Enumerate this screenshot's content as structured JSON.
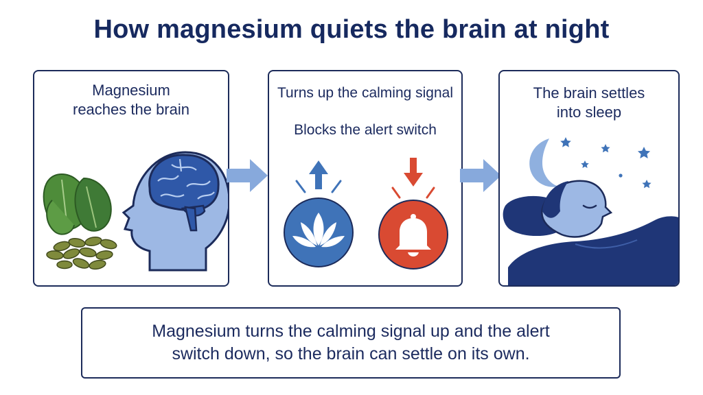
{
  "title": "How magnesium quiets the brain at night",
  "colors": {
    "navy": "#1c2b5a",
    "blue": "#3f73b8",
    "light_blue": "#8fb0df",
    "red": "#d94a32",
    "green": "#3f7a36"
  },
  "panels": [
    {
      "label": "Magnesium\nreaches the brain",
      "icons": [
        "spinach-leaf-icon",
        "pumpkin-seed-icon",
        "head-brain-icon"
      ]
    },
    {
      "label_up": "Turns up the calming signal",
      "label_block": "Blocks the alert switch",
      "icons": [
        "arrow-up-icon",
        "lotus-icon",
        "arrow-down-icon",
        "bell-icon"
      ]
    },
    {
      "label": "The brain settles\ninto sleep",
      "icons": [
        "moon-icon",
        "star-icon",
        "sleeping-person-icon"
      ]
    }
  ],
  "flow_arrow_icon": "arrow-right-icon",
  "summary": "Magnesium turns the calming signal up and the alert switch down, so the brain can settle on its own."
}
